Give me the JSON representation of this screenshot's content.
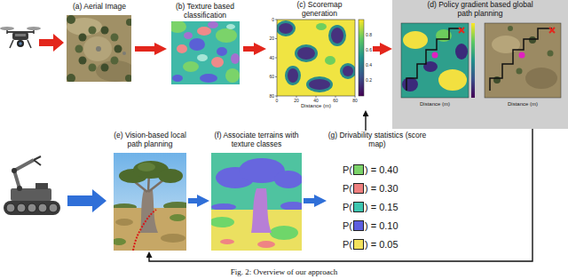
{
  "diagram": {
    "caption": "Fig. 2: Overview of our approach",
    "nodes": [
      {
        "text": [
          "(a) Aerial Image"
        ]
      },
      {
        "text": [
          "(b) Texture based classification"
        ]
      },
      {
        "text": [
          "(c) Scoremap generation"
        ]
      },
      {
        "text": [
          "(d) Policy gradient based global path planning"
        ]
      },
      {
        "text": [
          "(e) Vision-based local path planning"
        ]
      },
      {
        "text": [
          "(f) Associate terrains with texture classes"
        ]
      },
      {
        "text": [
          "(g) Drivability statistics (score map)"
        ]
      }
    ],
    "edges": [
      {
        "from": 0,
        "to": 1,
        "arrow": "to"
      },
      {
        "from": 1,
        "to": 2,
        "arrow": "to"
      },
      {
        "from": 2,
        "to": 3,
        "arrow": "to"
      },
      {
        "from": 4,
        "to": 5,
        "arrow": "to"
      },
      {
        "from": 5,
        "to": 6,
        "arrow": "to"
      },
      {
        "from": 6,
        "to": 2,
        "arrow": "to"
      },
      {
        "from": 3,
        "to": 4,
        "arrow": "to"
      }
    ],
    "labels": [
      "Distance (m)",
      "0",
      "20",
      "40",
      "60",
      "80",
      "0",
      "20",
      "40",
      "60",
      "80",
      "0.8",
      "0.6",
      "0.4",
      "0.2",
      "Distance (m)",
      "Distance (m)",
      "P(",
      "P(",
      "P(",
      "P(",
      "P("
    ],
    "legend": [
      {
        "text": ") = 0.40",
        "color": "#7bd36a"
      },
      {
        "text": ") = 0.30",
        "color": "#ee7f7f"
      },
      {
        "text": ") = 0.15",
        "color": "#3cc6b0"
      },
      {
        "text": ") = 0.10",
        "color": "#5c5ee0"
      },
      {
        "text": ") = 0.05",
        "color": "#f3e25c"
      }
    ]
  }
}
